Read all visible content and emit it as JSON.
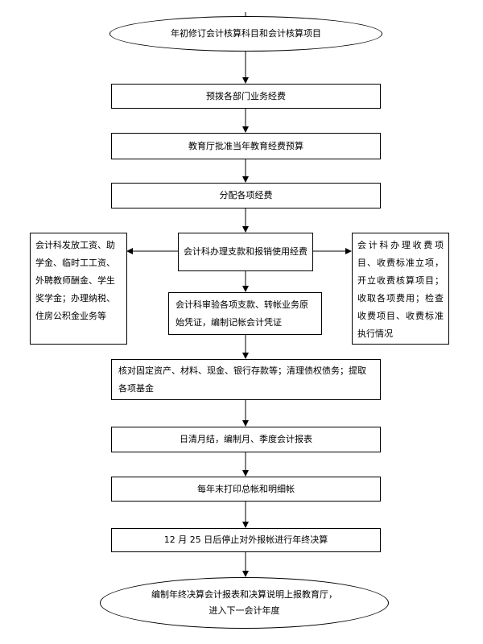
{
  "flowchart": {
    "start": "年初修订会计核算科目和会计核算项目",
    "step1": "预拨各部门业务经费",
    "step2": "教育厅批准当年教育经费预算",
    "step3": "分配各项经费",
    "step4": "会计科办理支款和报销使用经费",
    "left_branch": "会计科发放工资、助学金、临时工工资、外聘教师酬金、学生奖学金；办理纳税、住房公积金业务等",
    "right_branch": "会计科办理收费项目、收费标准立项，开立收费核算项目；收取各项费用；检查收费项目、收费标准执行情况",
    "step5": "会计科审验各项支款、转帐业务原始凭证，编制记帐会计凭证",
    "step6": "核对固定资产、材料、现金、银行存款等；清理债权债务；提取各项基金",
    "step7": "日清月结，编制月、季度会计报表",
    "step8": "每年末打印总帐和明细帐",
    "step9": "12 月 25 日后停止对外报帐进行年终决算",
    "end": "编制年终决算会计报表和决算说明上报教育厅，进入下一会计年度"
  }
}
